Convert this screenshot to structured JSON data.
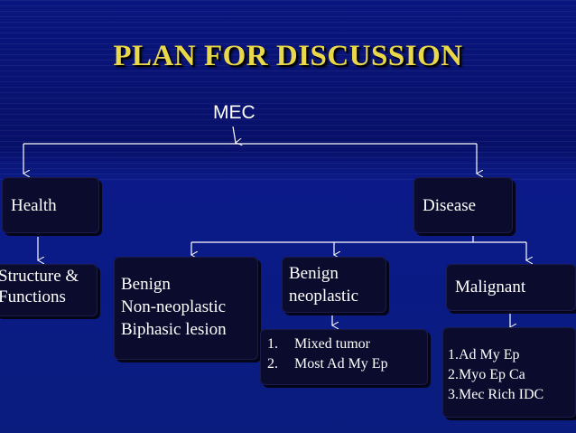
{
  "slide": {
    "title": "PLAN FOR DISCUSSION",
    "root": "MEC",
    "health": "Health",
    "disease": "Disease",
    "structure": "Structure &\nFunctions",
    "benign_non": "Benign\nNon-neoplastic\nBiphasic lesion",
    "benign_neo": "Benign\nneoplastic",
    "malignant": "Malignant",
    "benign_list": [
      {
        "num": "1.",
        "text": "Mixed tumor"
      },
      {
        "num": "2.",
        "text": "Most Ad My Ep"
      }
    ],
    "malignant_list": [
      "1.Ad My Ep",
      "2.Myo Ep Ca",
      "3.Mec Rich IDC"
    ],
    "colors": {
      "title": "#e9d84a",
      "background": "#0d1a8c",
      "box": "#0b0b2e",
      "text": "#ffffff"
    }
  }
}
